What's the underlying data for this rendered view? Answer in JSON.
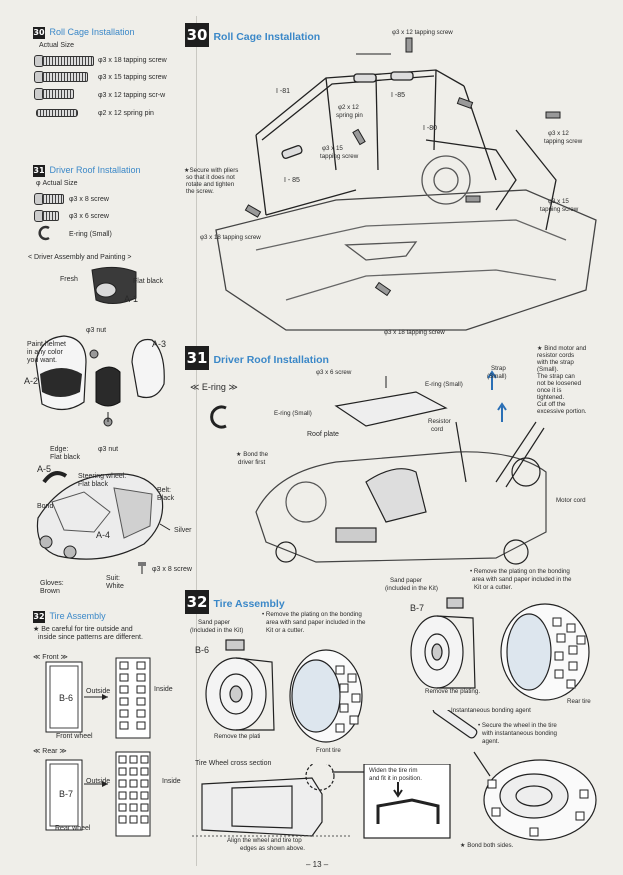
{
  "left": {
    "roll_cage": {
      "num": "30",
      "title": "Roll Cage Installation",
      "actual_size": "Actual Size",
      "parts": [
        "φ3 x 18 tapping screw",
        "φ3 x 15 tapping screw",
        "φ3 x 12 tapping scr-w",
        "φ2 x 12 spring pin"
      ]
    },
    "driver_roof": {
      "num": "31",
      "title": "Driver Roof Installation",
      "actual_size": "φ Actual Size",
      "parts": [
        "φ3 x 8 screw",
        "φ3 x 6 screw",
        "E-ring (Small)"
      ]
    },
    "assembly": {
      "heading": "< Driver Assembly and Painting >",
      "fresh": "Fresh",
      "flat_black": "Flat black",
      "a1": "A-1",
      "nut1": "φ3 nut",
      "paint_helmet": [
        "Paint helmet",
        "in any color",
        "you want."
      ],
      "a3": "A-3",
      "a2": "A-2",
      "nut2": "φ3 nut",
      "edge": [
        "Edge:",
        "Flat black"
      ],
      "a5": "A-5",
      "steering": [
        "Steering wheel:",
        "Flat black"
      ],
      "belt": [
        "Belt:",
        "Black"
      ],
      "bond": "Bond",
      "a4": "A-4",
      "silver": "Silver",
      "gloves": [
        "Gloves:",
        "Brown"
      ],
      "suit": [
        "Suit:",
        "White"
      ],
      "screw8": "φ3 x 8 screw"
    },
    "tire": {
      "num": "32",
      "title": "Tire Assembly",
      "note": [
        "★ Be careful for tire outside and",
        "inside since patterns are different."
      ],
      "front": "≪ Front ≫",
      "b6": "B-6",
      "outside": "Outside",
      "inside": "Inside",
      "front_wheel": "Front wheel",
      "rear": "≪ Rear ≫",
      "b7": "B-7",
      "outside2": "Outside",
      "inside2": "Inside",
      "rear_wheel": "Rear wheel"
    }
  },
  "right": {
    "s30": {
      "num": "30",
      "title": "Roll Cage Installation",
      "l1": "φ3 x 12 tapping screw",
      "i81": "I -81",
      "i85a": "I -85",
      "pin": [
        "φ2 x 12",
        "spring pin"
      ],
      "i80": "I -80",
      "ts12": [
        "φ3 x 12",
        "tapping screw"
      ],
      "ts15a": [
        "φ3 x 15",
        "tapping screw"
      ],
      "pliers": [
        "★Secure with pliers",
        "so that it does not",
        "rotate and tighten",
        "the screw."
      ],
      "i85b": "I - 85",
      "ts15b": [
        "φ3 x 15",
        "tapping screw"
      ],
      "ts18a": "φ3 x 18 tapping screw",
      "ts18b": "φ3 x 18 tapping screw"
    },
    "s31": {
      "num": "31",
      "title": "Driver Roof Installation",
      "ering_head": "≪ E-ring ≫",
      "screw6": "φ3 x 6 screw",
      "ering_small1": "E-ring (Small)",
      "ering_small2": "E-ring (Small)",
      "roof": "Roof plate",
      "strap": [
        "Strap",
        "(Small)"
      ],
      "bind": [
        "★ Bind motor and",
        "resistor cords",
        "with the strap",
        "(Small).",
        "The strap can",
        "not be loosened",
        "once it is",
        "tightened.",
        "Cut off the",
        "excessive portion."
      ],
      "resistor": [
        "Resistor",
        "cord"
      ],
      "bond": [
        "★ Bond the",
        "driver first"
      ],
      "motor": "Motor cord"
    },
    "s32": {
      "num": "32",
      "title": "Tire Assembly",
      "remove1": [
        "• Remove the plating on the bonding",
        "area with sand paper included in the",
        "Kit or a cutter."
      ],
      "sand1": [
        "Sand paper",
        "(Included in the Kit)"
      ],
      "b6": "B-6",
      "remove_plati": "Remove the plati",
      "front_tire": "Front tire",
      "sand2": [
        "Sand paper",
        "(included in the Kit)"
      ],
      "remove2": [
        "• Remove the plating on the bonding",
        "area with sand paper included in the",
        "Kit or a cutter."
      ],
      "b7": "B-7",
      "removing": "Remove the plating.",
      "rear_tire": "Rear tire",
      "agent": "Instantaneous bonding agent",
      "secure": [
        "• Secure the wheel in the tire",
        "with instantaneous bonding",
        "agent."
      ],
      "cross": "Tire Wheel cross section",
      "widen": [
        "Widen the tire rim",
        "and fit it in position."
      ],
      "align": [
        "Align the wheel and tire top",
        "edges as shown above."
      ],
      "bond_both": "★ Bond both sides."
    }
  },
  "page_number": "– 13 –"
}
